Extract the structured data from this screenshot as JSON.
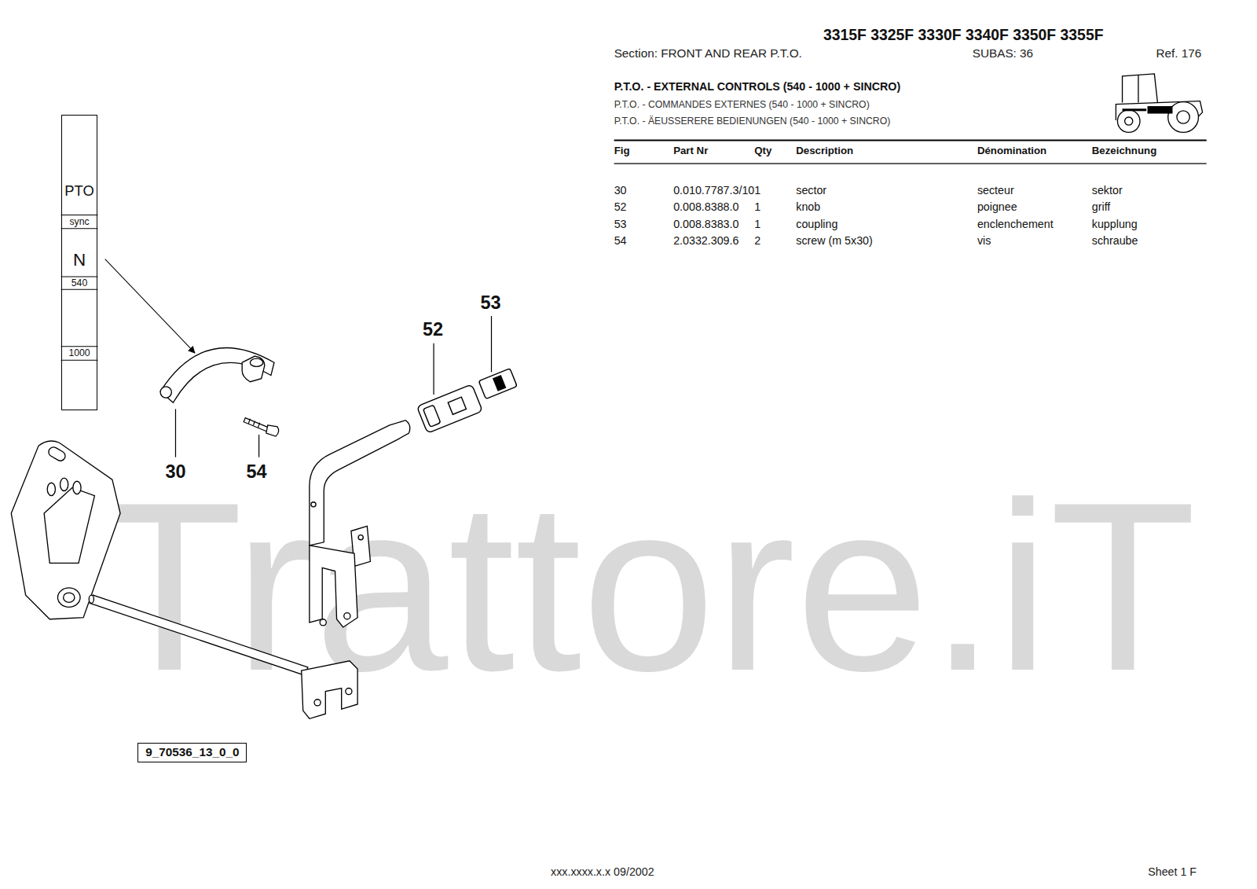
{
  "diagram": {
    "title": "P.T.O. - EXTERNAL CONTROLS (540 - 1000 + SINCRO)",
    "nodes": [
      {
        "text": [
          "PTO",
          "sync",
          "N",
          "540",
          "1000"
        ]
      },
      {
        "text": [
          "9_70536_13_0_0"
        ]
      }
    ],
    "labels": [
      "3315F 3325F 3330F 3340F 3350F 3355F",
      "Section: FRONT AND REAR P.T.O.",
      "SUBAS: 36",
      "Ref. 176",
      "P.T.O. - COMMANDES EXTERNES (540 - 1000 + SINCRO)",
      "P.T.O. - ÄEUSSERERE BEDIENUNGEN (540 - 1000 + SINCRO)",
      "Fig",
      "Part Nr",
      "Qty",
      "Description",
      "Dénomination",
      "Bezeichnung",
      "30",
      "0.010.7787.3/10",
      "1",
      "sector",
      "secteur",
      "sektor",
      "52",
      "0.008.8388.0",
      "1",
      "knob",
      "poignee",
      "griff",
      "53",
      "0.008.8383.0",
      "1",
      "coupling",
      "enclenchement",
      "kupplung",
      "54",
      "2.0332.309.6",
      "2",
      "screw (m 5x30)",
      "vis",
      "schraube",
      "30",
      "54",
      "52",
      "53",
      "Trattore.iT",
      "xxx.xxxx.x.x  09/2002",
      "Sheet 1 F"
    ]
  }
}
